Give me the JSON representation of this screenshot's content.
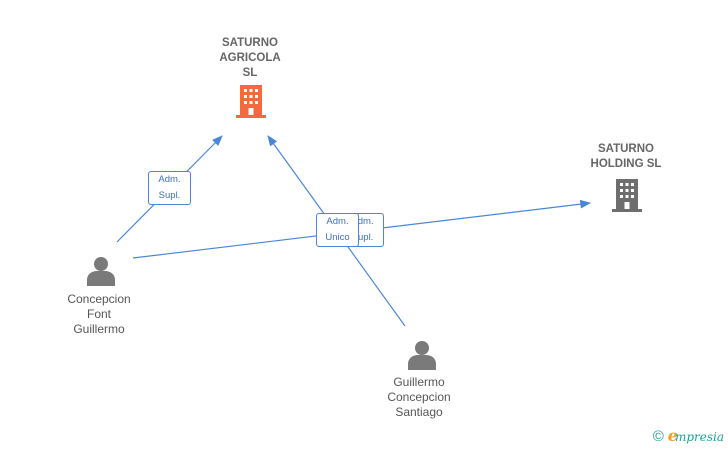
{
  "nodes": {
    "saturno_agricola": {
      "label": "SATURNO\nAGRICOLA\nSL",
      "type": "company",
      "highlighted": true,
      "icon": "building-icon"
    },
    "saturno_holding": {
      "label": "SATURNO\nHOLDING SL",
      "type": "company",
      "highlighted": false,
      "icon": "building-icon"
    },
    "concepcion_font": {
      "label": "Concepcion\nFont\nGuillermo",
      "type": "person",
      "icon": "person-icon"
    },
    "guillermo_concepcion": {
      "label": "Guillermo\nConcepcion\nSantiago",
      "type": "person",
      "icon": "person-icon"
    }
  },
  "edges": [
    {
      "from": "concepcion_font",
      "to": "saturno_agricola",
      "label": "Adm.\nSupl."
    },
    {
      "from": "concepcion_font",
      "to": "saturno_holding",
      "label": "Adm.\nSupl."
    },
    {
      "from": "guillermo_concepcion",
      "to": "saturno_agricola",
      "label": "Adm.\nUnico"
    }
  ],
  "footer": {
    "copyright_symbol": "©",
    "brand_initial": "e",
    "brand_rest": "mpresia"
  },
  "colors": {
    "highlight_company": "#f26a3d",
    "company": "#6e6e6e",
    "person": "#7a7a7a",
    "edge": "#4a86d8",
    "brand_teal": "#1aa39a",
    "brand_orange": "#f0a020"
  }
}
